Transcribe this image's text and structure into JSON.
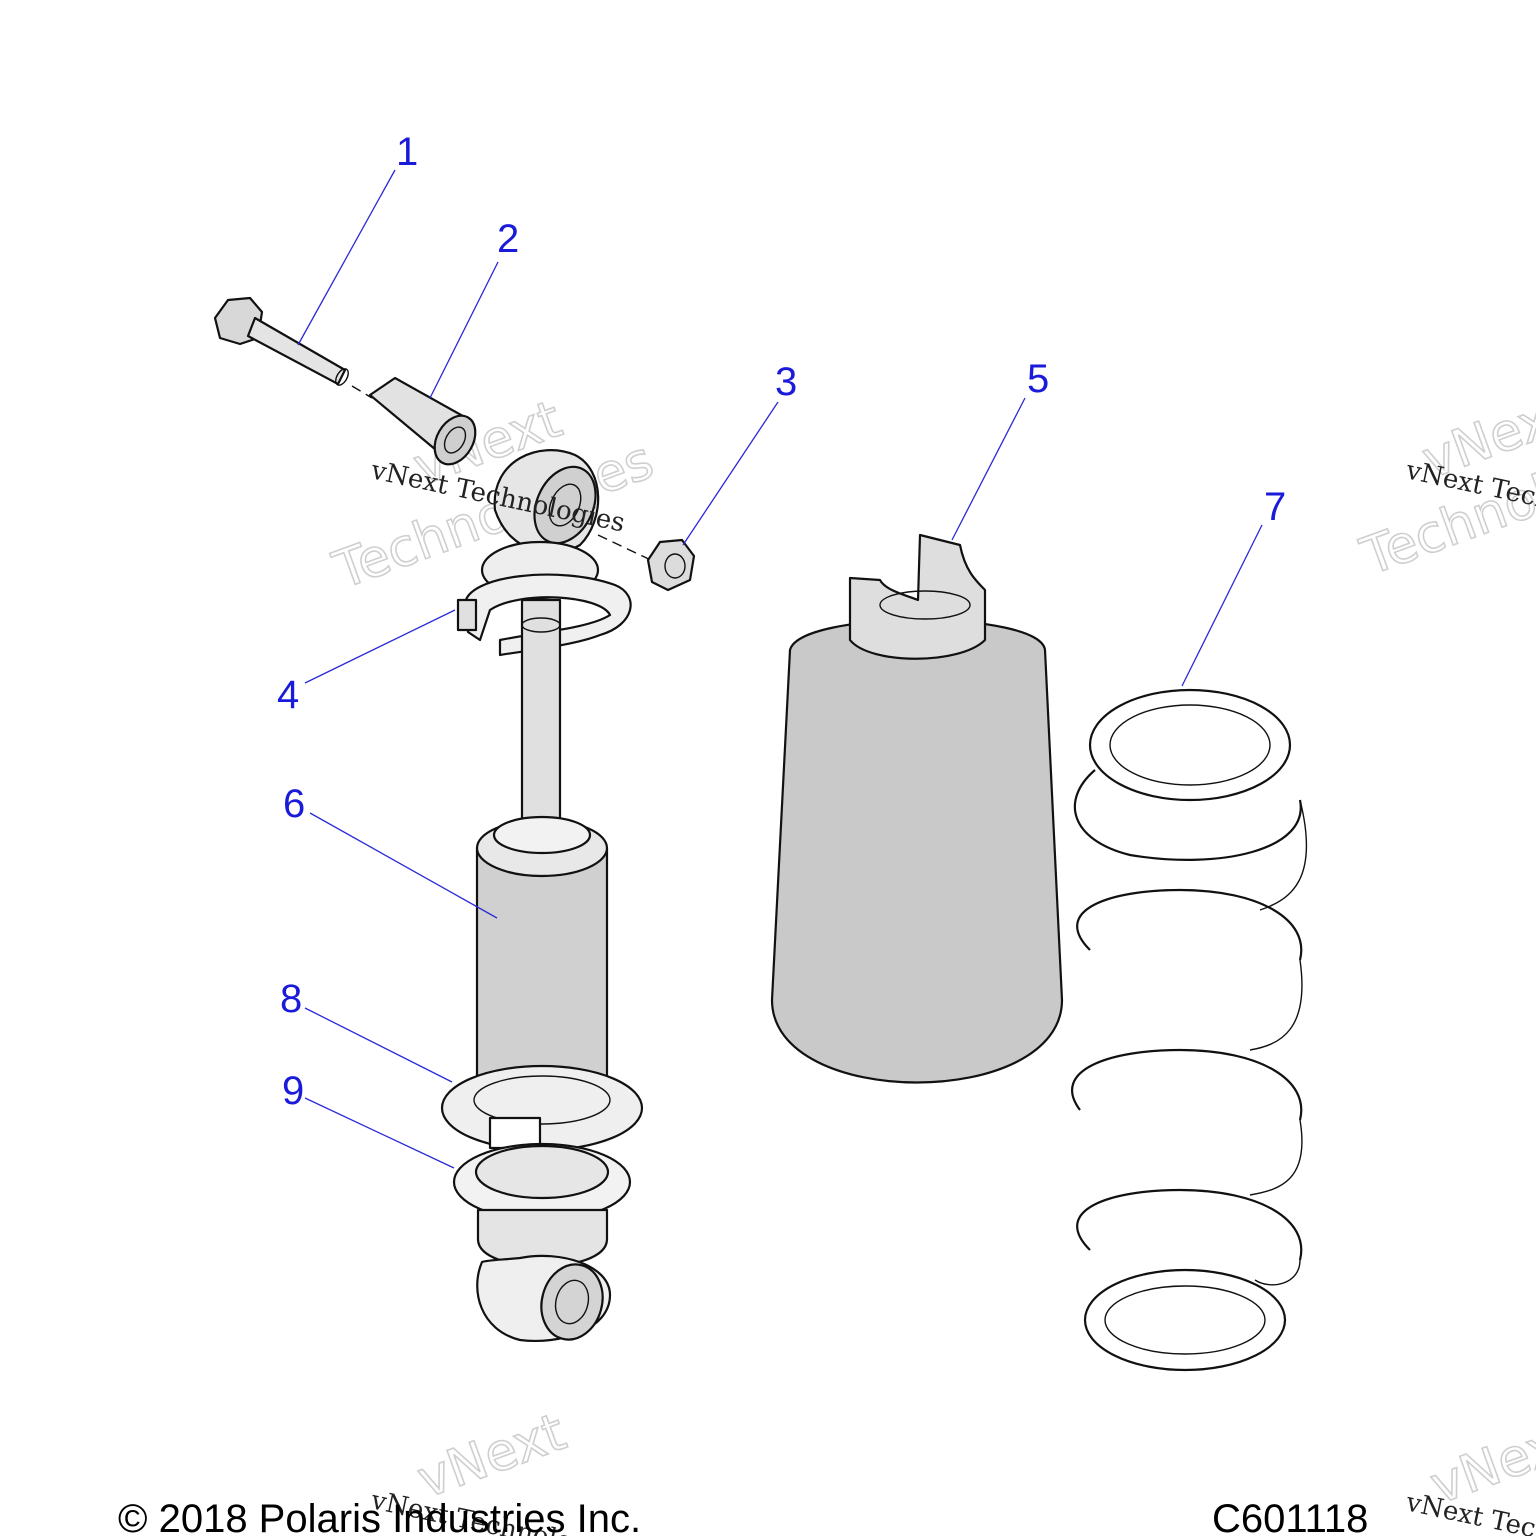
{
  "callouts": [
    {
      "label": "1"
    },
    {
      "label": "2"
    },
    {
      "label": "3"
    },
    {
      "label": "4"
    },
    {
      "label": "5"
    },
    {
      "label": "6"
    },
    {
      "label": "7"
    },
    {
      "label": "8"
    },
    {
      "label": "9"
    }
  ],
  "watermark": {
    "brand_line1": "vNext",
    "brand_line2": "Technologies",
    "small": "vNext Technologies"
  },
  "footer": {
    "copyright": "© 2018 Polaris Industries Inc.",
    "figure_code": "C601118"
  },
  "colors": {
    "callout": "#1a1adb",
    "part_fill": "#c8c8c8",
    "line": "#111111"
  }
}
